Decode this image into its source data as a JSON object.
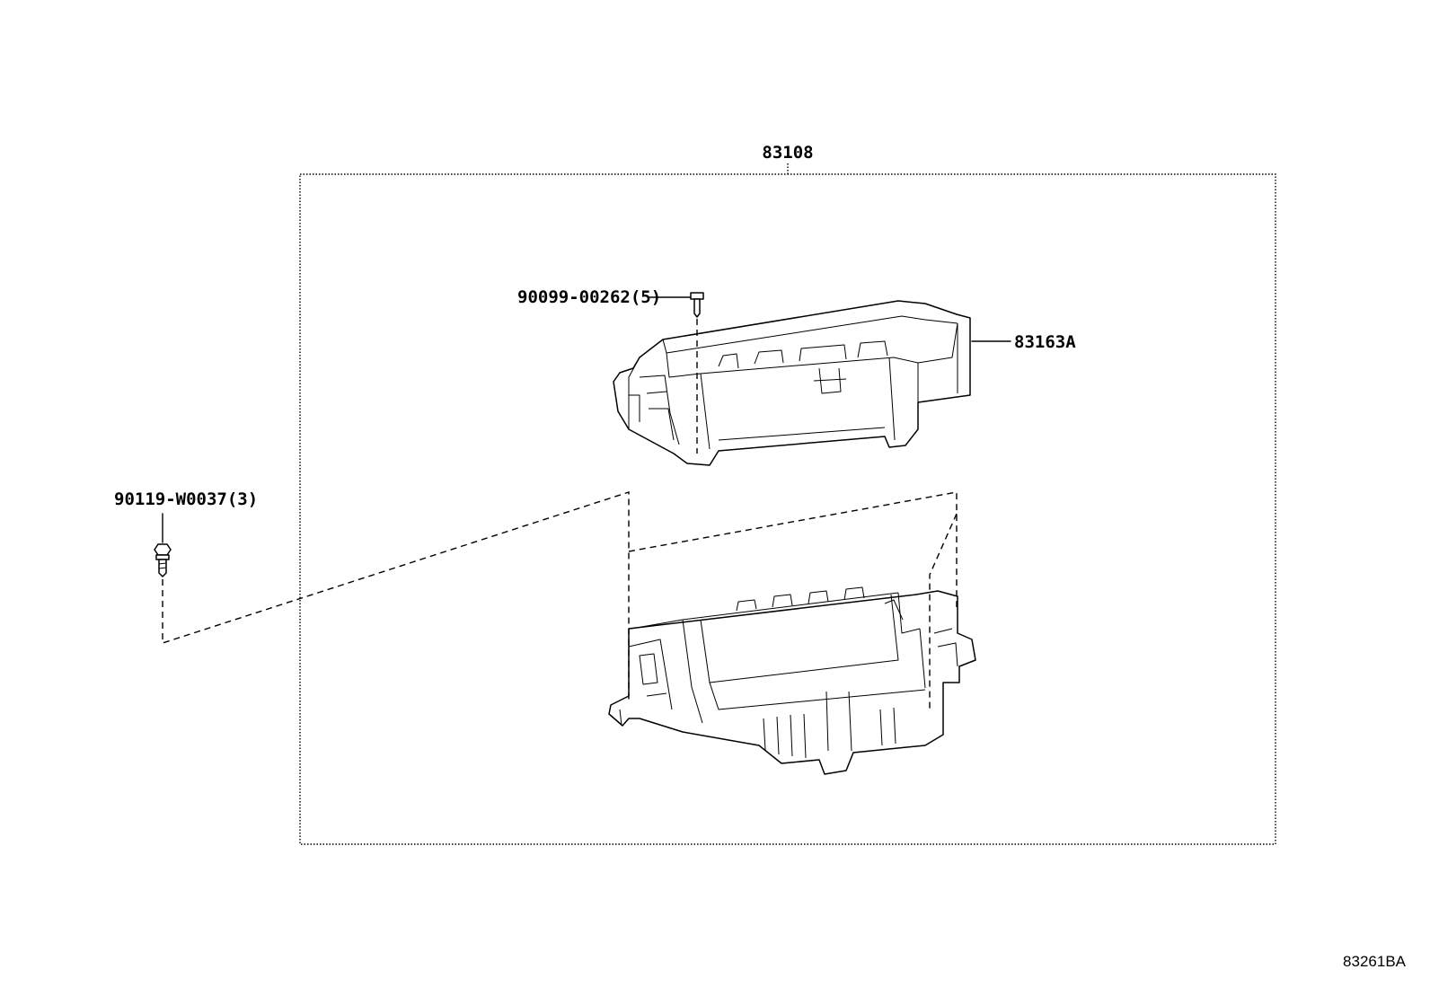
{
  "labels": {
    "assembly": "83108",
    "upper_panel": "83163A",
    "screw": "90099-00262(5)",
    "bolt": "90119-W0037(3)",
    "diagram_ref": "83261BA"
  }
}
